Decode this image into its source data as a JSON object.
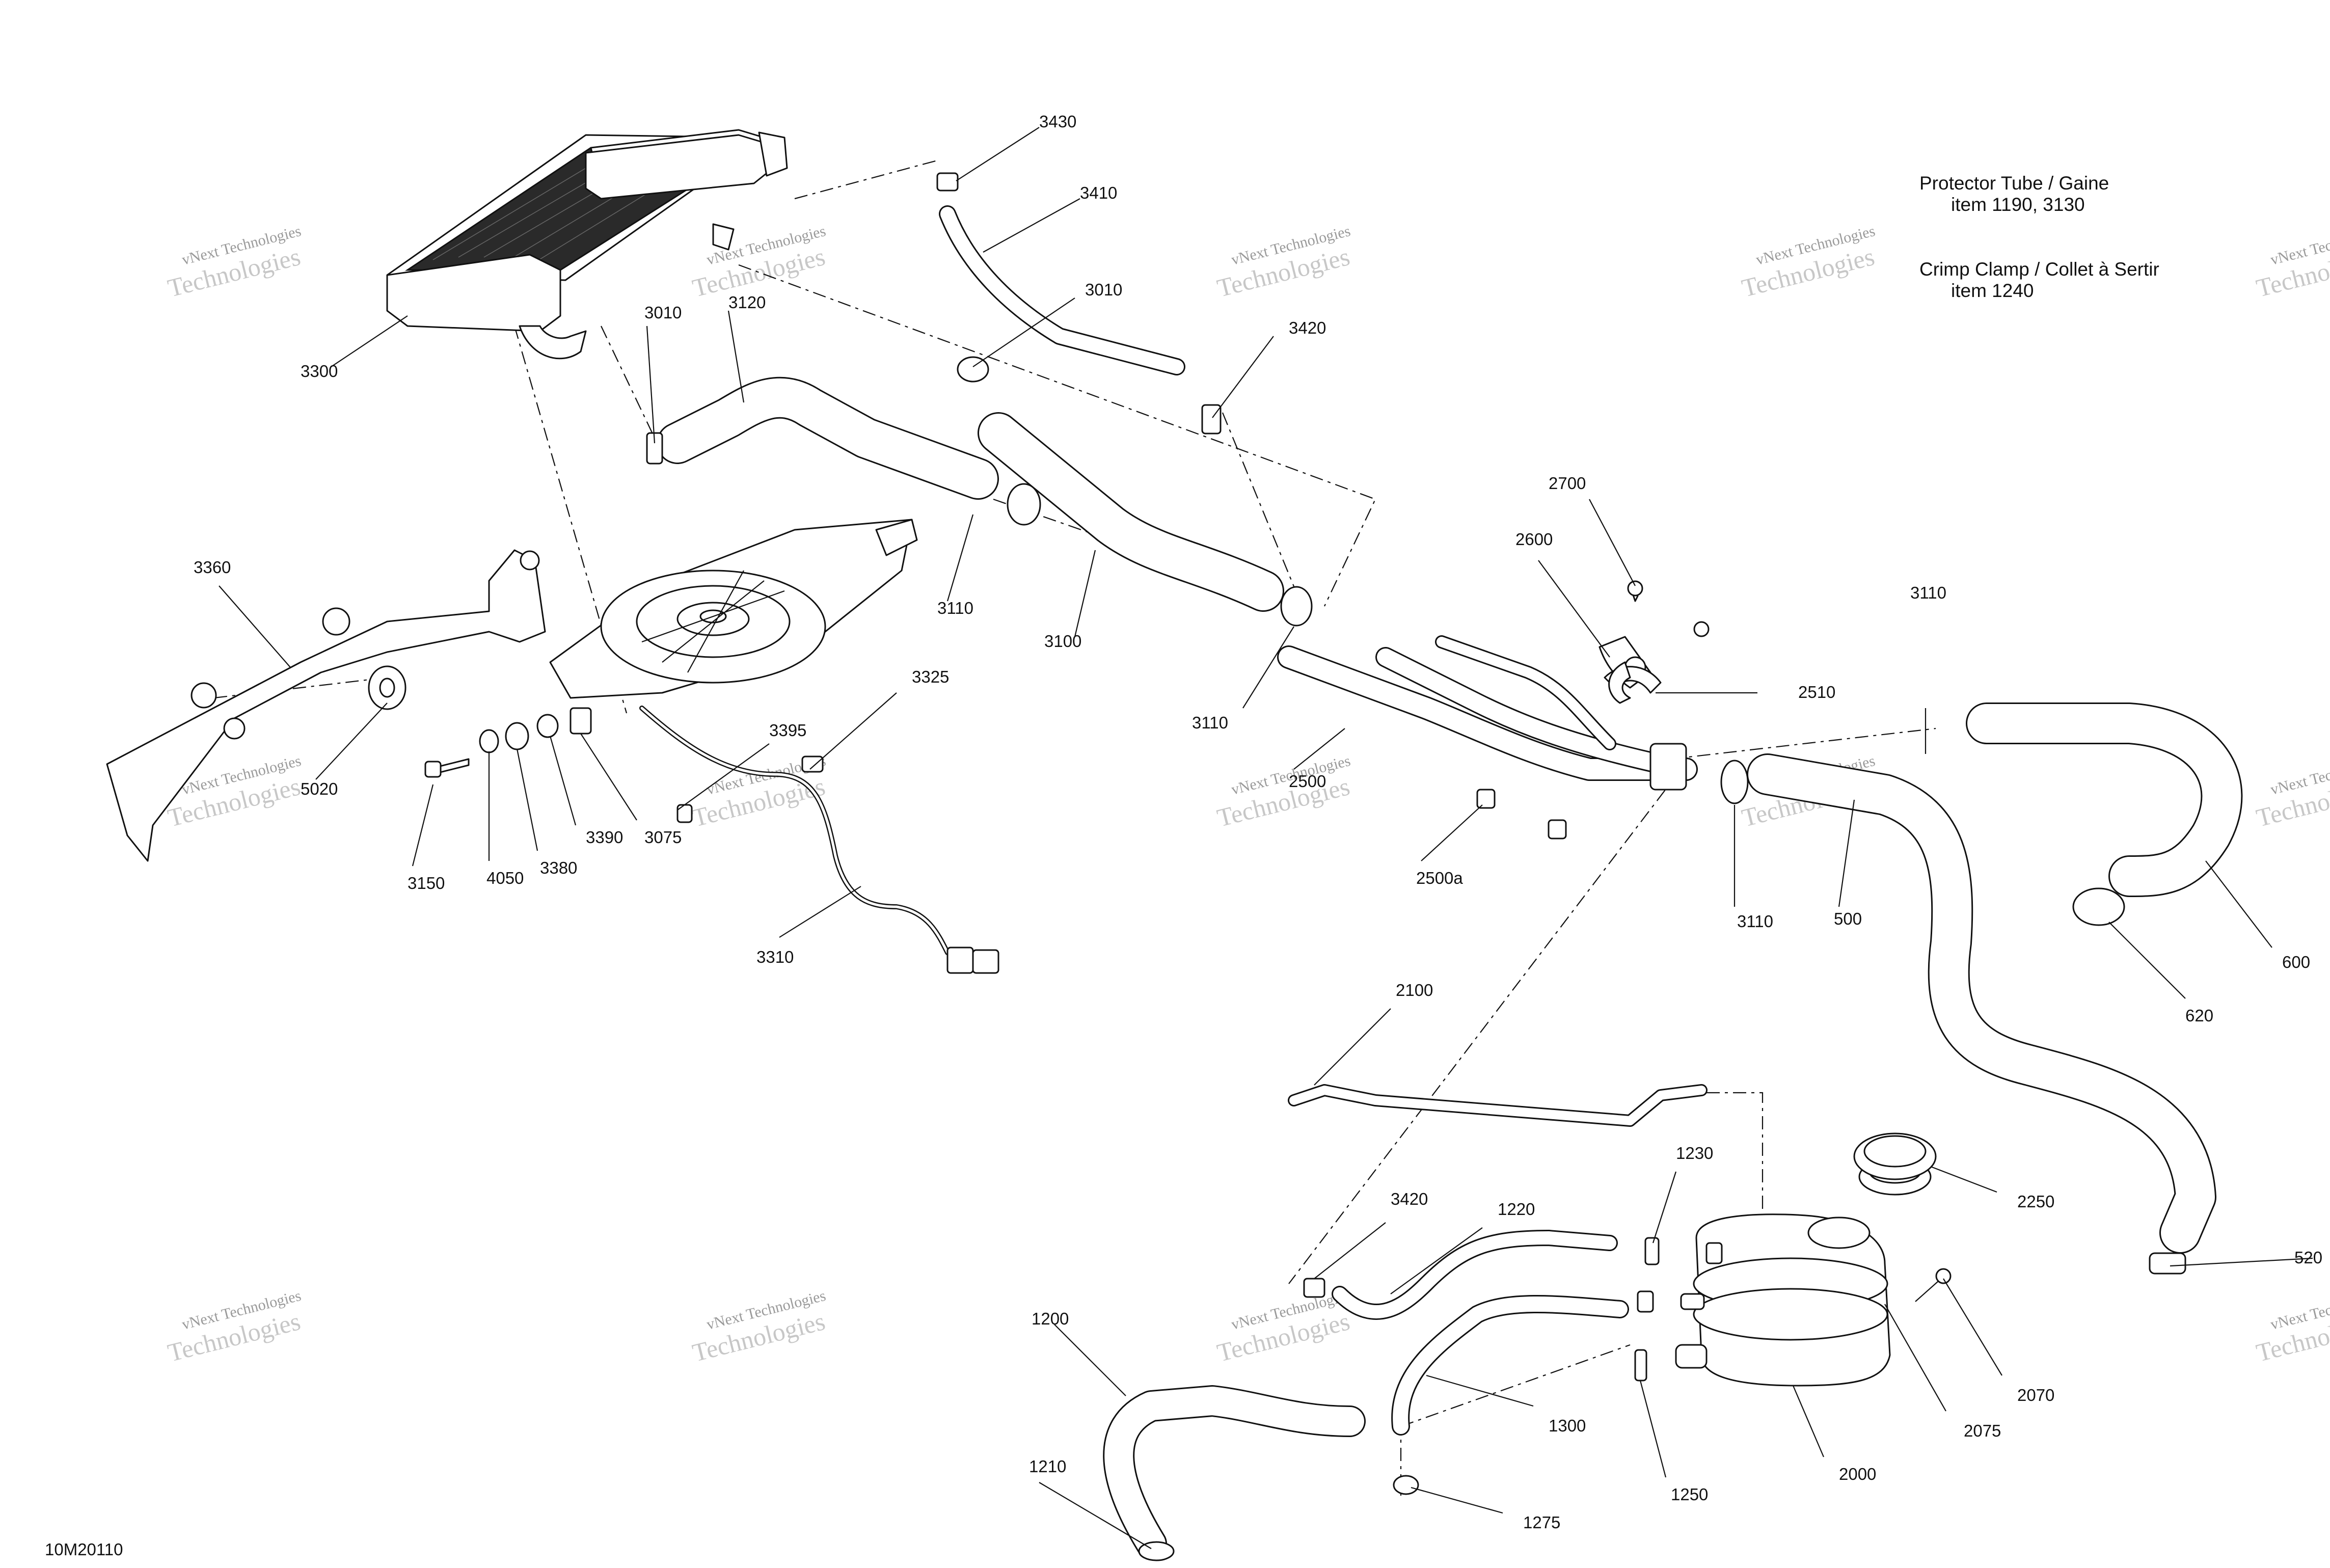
{
  "diagram_id": "10M20110",
  "notes": [
    {
      "line1": "Protector Tube / Gaine",
      "line2": "item 1190, 3130"
    },
    {
      "line1": "Crimp Clamp / Collet à Sertir",
      "line2": "item 1240"
    }
  ],
  "watermark": {
    "line1": "vNext Technologies",
    "line2": "Technologies"
  },
  "callouts": [
    "3430",
    "3410",
    "3010",
    "3010",
    "3120",
    "3420",
    "3300",
    "3360",
    "5020",
    "3110",
    "3100",
    "3110",
    "3325",
    "3395",
    "3150",
    "4050",
    "3380",
    "3390",
    "3075",
    "3310",
    "2700",
    "2600",
    "2510",
    "2500",
    "2500a",
    "3110",
    "3110",
    "500",
    "600",
    "620",
    "2100",
    "3420",
    "1220",
    "1230",
    "2250",
    "520",
    "2070",
    "2075",
    "2000",
    "1250",
    "1300",
    "1275",
    "1200",
    "1210"
  ]
}
